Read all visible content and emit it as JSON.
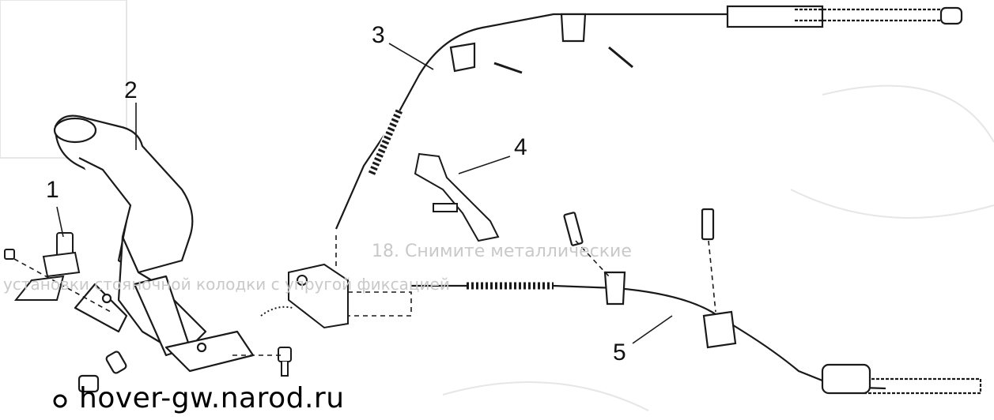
{
  "callouts": [
    {
      "id": "1",
      "label": "1"
    },
    {
      "id": "2",
      "label": "2"
    },
    {
      "id": "3",
      "label": "3"
    },
    {
      "id": "4",
      "label": "4"
    },
    {
      "id": "5",
      "label": "5"
    }
  ],
  "watermark": {
    "text": "hover-gw.narod.ru",
    "icon": "bullet-circle-icon"
  },
  "background_text": {
    "line1": "18. Снимите металлические",
    "line2": "установки стояночной колодки с упругой фиксацией"
  }
}
